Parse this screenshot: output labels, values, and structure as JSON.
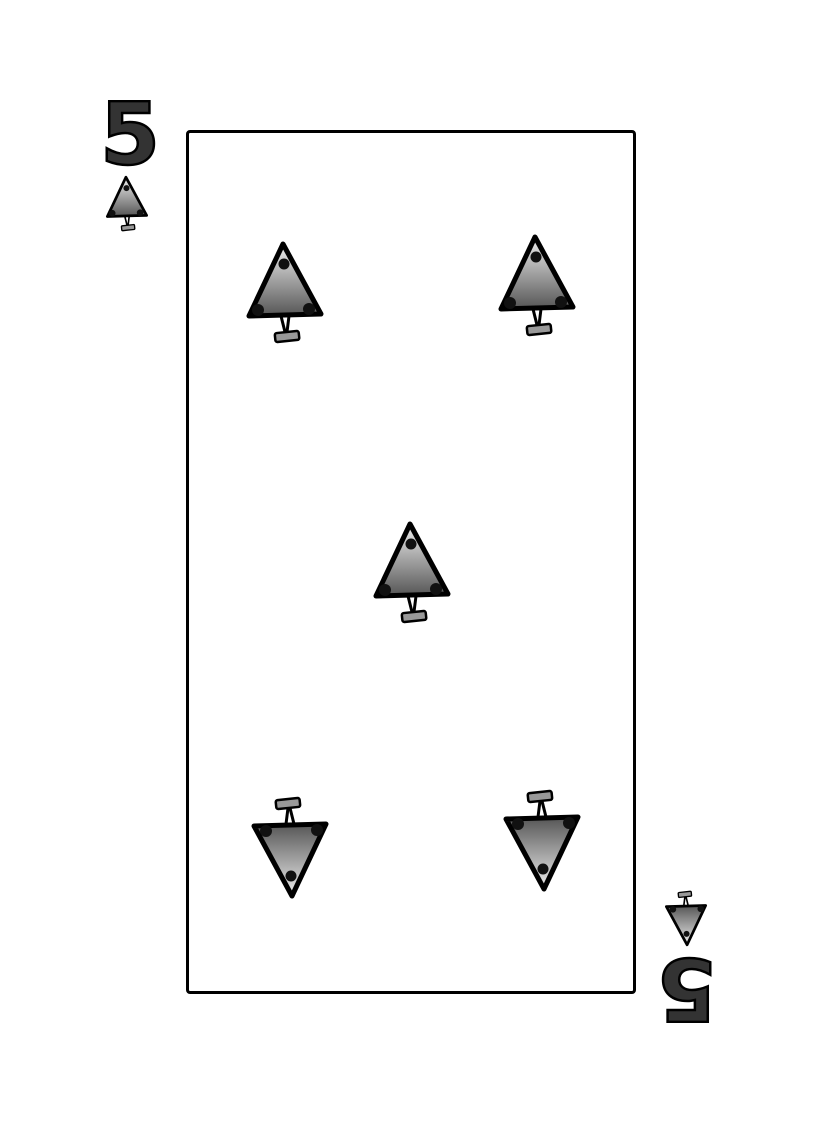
{
  "card": {
    "rank": "5",
    "suit": "tree-pip",
    "pip_count": 5,
    "colors": {
      "border": "#000000",
      "rank_fill": "#333333",
      "pip_gradient_top": "#e6e6e6",
      "pip_gradient_bottom": "#555555"
    }
  }
}
